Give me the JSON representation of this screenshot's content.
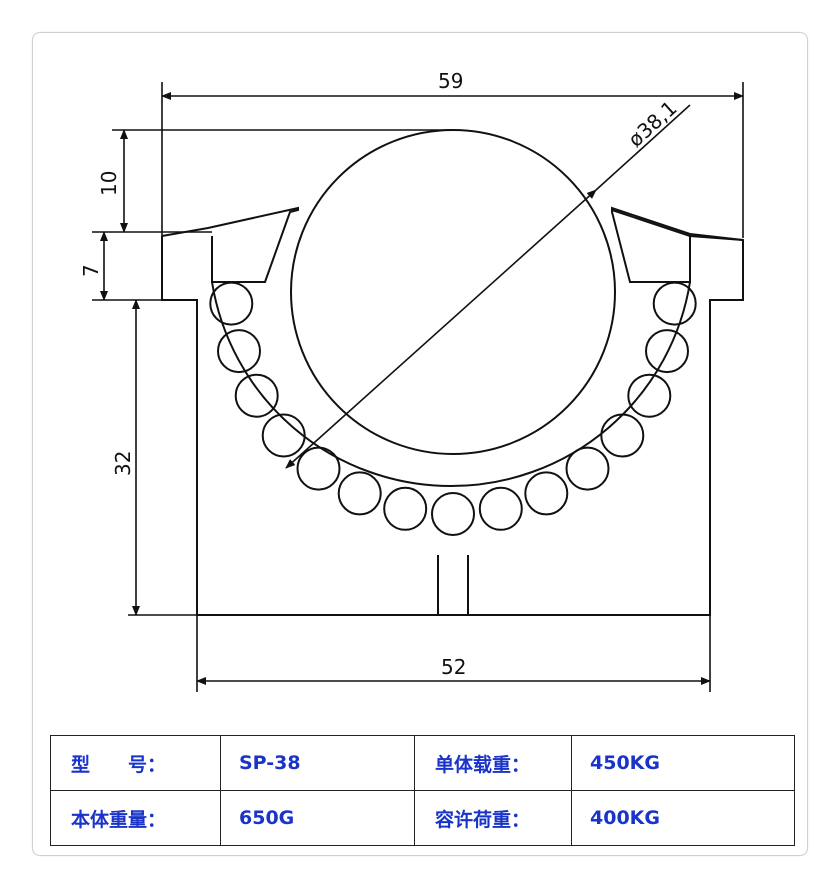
{
  "drawing": {
    "dim_overall_width": "59",
    "dim_ball_diameter": "ø38,1",
    "dim_top_height": "10",
    "dim_flange_height": "7",
    "dim_body_height": "32",
    "dim_body_width": "52"
  },
  "spec_table": {
    "rows": [
      [
        {
          "text": "型　　号：",
          "kind": "label"
        },
        {
          "text": "SP-38",
          "kind": "value"
        },
        {
          "text": "单体载重：",
          "kind": "label"
        },
        {
          "text": "450KG",
          "kind": "value"
        }
      ],
      [
        {
          "text": "本体重量：",
          "kind": "label"
        },
        {
          "text": "650G",
          "kind": "value"
        },
        {
          "text": "容许荷重：",
          "kind": "label"
        },
        {
          "text": "400KG",
          "kind": "value"
        }
      ]
    ]
  },
  "colors": {
    "line": "#111111",
    "table_text": "#1a33c8",
    "table_border": "#222222"
  }
}
